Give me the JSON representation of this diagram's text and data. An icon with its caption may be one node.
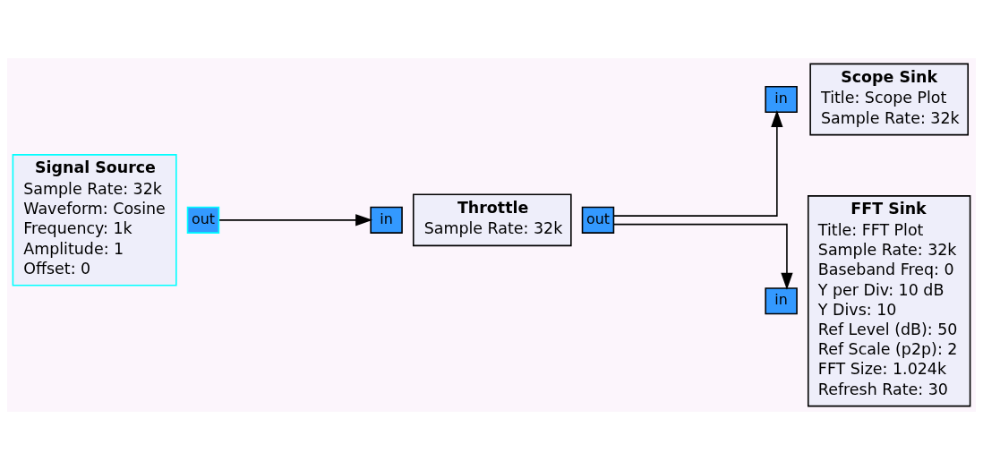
{
  "diagram": {
    "nodes": [
      {
        "text": [
          "Signal Source",
          "Sample Rate: 32k",
          "Waveform: Cosine",
          "Frequency: 1k",
          "Amplitude: 1",
          "Offset: 0"
        ]
      },
      {
        "text": [
          "out"
        ]
      },
      {
        "text": [
          "in"
        ]
      },
      {
        "text": [
          "Throttle",
          "Sample Rate: 32k"
        ]
      },
      {
        "text": [
          "out"
        ]
      },
      {
        "text": [
          "in"
        ]
      },
      {
        "text": [
          "Scope Sink",
          "Title: Scope Plot",
          "Sample Rate: 32k"
        ]
      },
      {
        "text": [
          "in"
        ]
      },
      {
        "text": [
          "FFT Sink",
          "Title: FFT Plot",
          "Sample Rate: 32k",
          "Baseband Freq: 0",
          "Y per Div: 10 dB",
          "Y Divs: 10",
          "Ref Level (dB): 50",
          "Ref Scale (p2p): 2",
          "FFT Size: 1.024k",
          "Refresh Rate: 30"
        ]
      }
    ],
    "edges": [
      {
        "from": 1,
        "to": 2,
        "arrow": "to"
      },
      {
        "from": 4,
        "to": 5,
        "arrow": "to"
      },
      {
        "from": 4,
        "to": 7,
        "arrow": "to"
      }
    ]
  }
}
